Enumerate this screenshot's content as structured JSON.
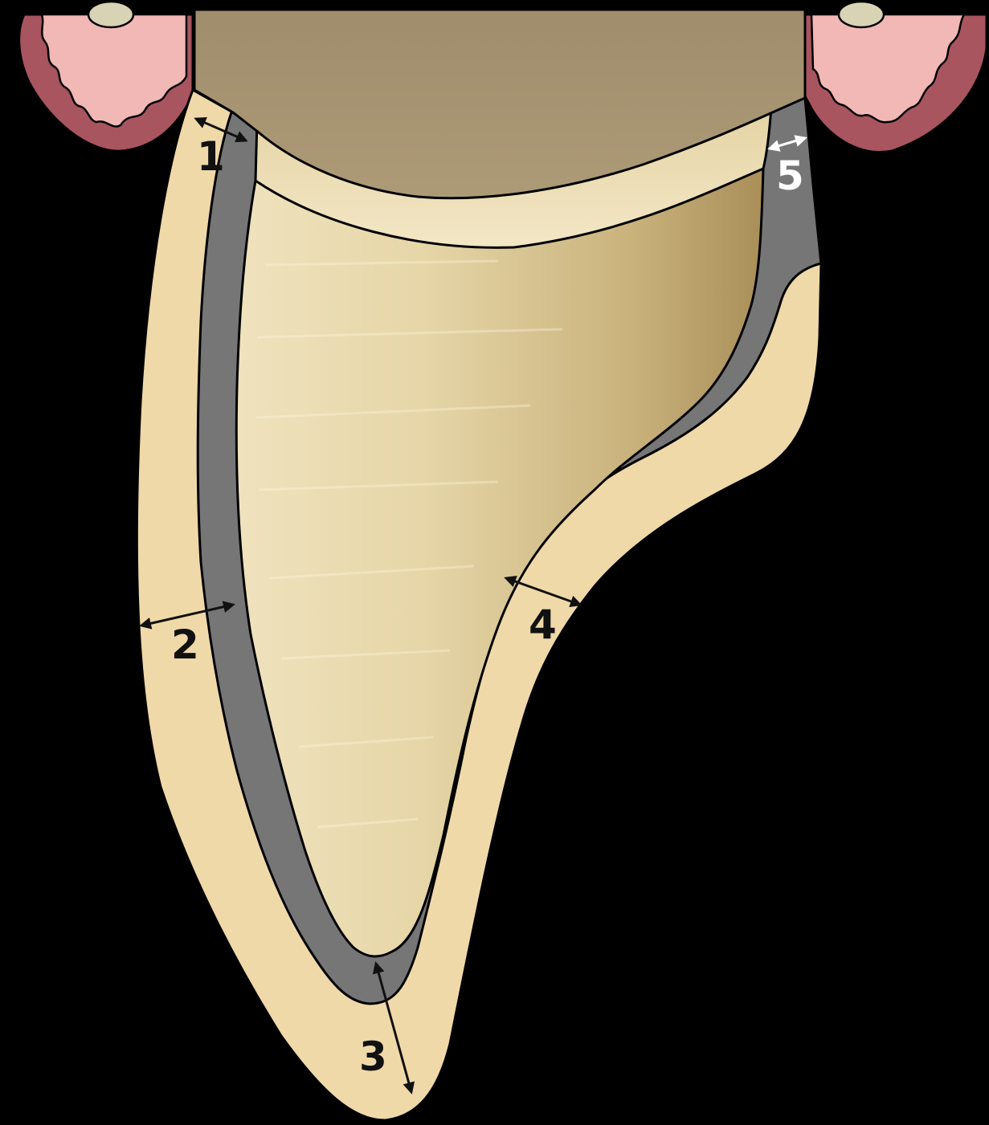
{
  "colors": {
    "background": "#000000",
    "abutment": "#a3916f",
    "crown_ceramic": "#f0d9a8",
    "metal_coping": "#767676",
    "veneer_body": "#d9c79a",
    "veneer_shadow": "#b59a62",
    "gingiva_outer": "#a85560",
    "gingiva_inner": "#f1b8b6",
    "label_dark": "#111111",
    "label_light": "#ffffff"
  },
  "labels": {
    "m1": "1",
    "m2": "2",
    "m3": "3",
    "m4": "4",
    "m5": "5"
  },
  "icons": {
    "arrow": "double-headed-measurement-arrow"
  }
}
